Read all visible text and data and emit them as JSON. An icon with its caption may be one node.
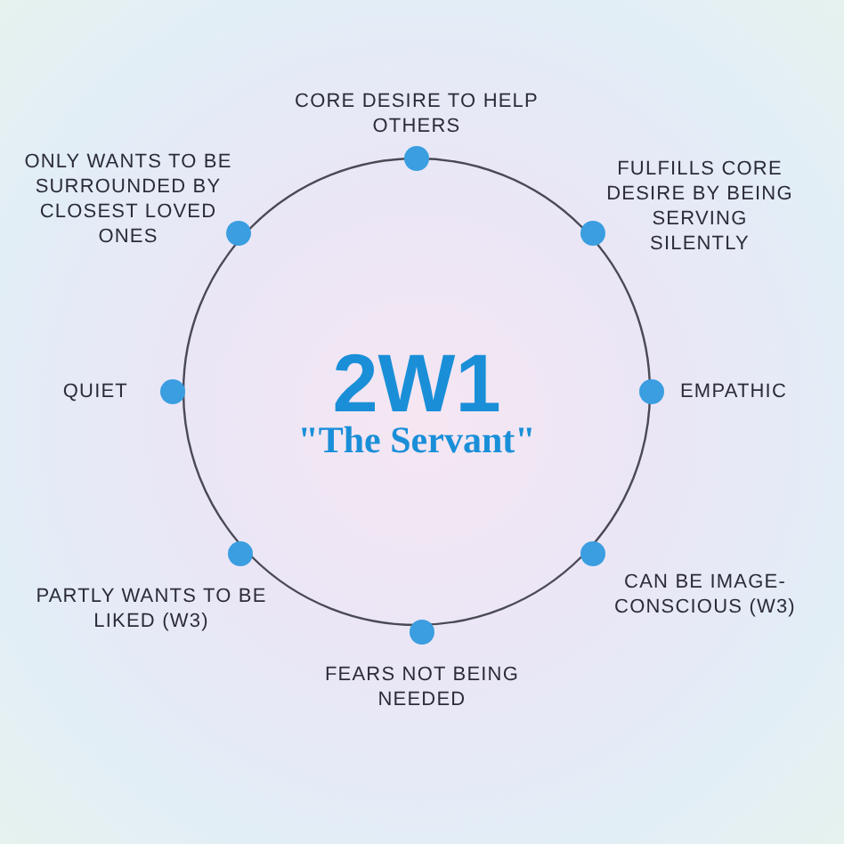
{
  "diagram": {
    "title": "2W1",
    "nodes": [
      {
        "text": [],
        "shape": "circle",
        "beside": [
          "CORE DESIRE TO HELP OTHERS"
        ]
      },
      {
        "text": [],
        "shape": "circle",
        "beside": [
          "FULFILLS CORE DESIRE BY BEING SERVING SILENTLY"
        ]
      },
      {
        "text": [],
        "shape": "circle",
        "beside": [
          "EMPATHIC"
        ]
      },
      {
        "text": [],
        "shape": "circle",
        "beside": [
          "CAN BE IMAGE-CONSCIOUS (W3)"
        ]
      },
      {
        "text": [],
        "shape": "circle",
        "beside": [
          "FEARS NOT BEING NEEDED"
        ]
      },
      {
        "text": [],
        "shape": "circle",
        "beside": [
          "PARTLY WANTS TO BE LIKED (W3)"
        ]
      },
      {
        "text": [],
        "shape": "circle",
        "beside": [
          "QUIET"
        ]
      },
      {
        "text": [],
        "shape": "circle",
        "beside": [
          "ONLY WANTS TO BE SURROUNDED BY CLOSEST LOVED ONES"
        ]
      }
    ],
    "labels": [
      "\"The Servant\""
    ]
  }
}
